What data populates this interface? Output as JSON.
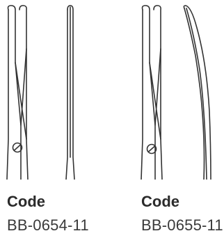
{
  "products": [
    {
      "code_label": "Code",
      "code_value": "BB-0654-11",
      "illustration_icon": "straight-scissors-icon"
    },
    {
      "code_label": "Code",
      "code_value": "BB-0655-11",
      "illustration_icon": "curved-scissors-icon"
    }
  ],
  "colors": {
    "line": "#333333",
    "text": "#2b2b2b",
    "background": "#ffffff"
  }
}
